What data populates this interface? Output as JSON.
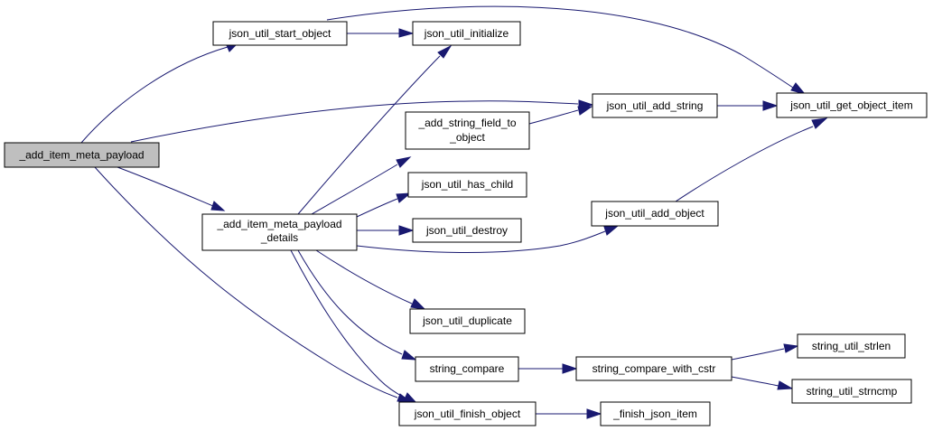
{
  "graph": {
    "colors": {
      "edge": "#191970",
      "root_fill": "#bfbfbf",
      "node_fill": "#ffffff",
      "node_border": "#000000"
    },
    "nodes": {
      "add_item_meta_payload": [
        "_add_item_meta_payload"
      ],
      "json_util_start_object": [
        "json_util_start_object"
      ],
      "json_util_initialize": [
        "json_util_initialize"
      ],
      "add_item_meta_payload_details": [
        "_add_item_meta_payload",
        "_details"
      ],
      "add_string_field_to_object": [
        "_add_string_field_to",
        "_object"
      ],
      "json_util_has_child": [
        "json_util_has_child"
      ],
      "json_util_destroy": [
        "json_util_destroy"
      ],
      "json_util_duplicate": [
        "json_util_duplicate"
      ],
      "string_compare": [
        "string_compare"
      ],
      "json_util_finish_object": [
        "json_util_finish_object"
      ],
      "json_util_add_string": [
        "json_util_add_string"
      ],
      "json_util_add_object": [
        "json_util_add_object"
      ],
      "json_util_get_object_item": [
        "json_util_get_object_item"
      ],
      "string_compare_with_cstr": [
        "string_compare_with_cstr"
      ],
      "string_util_strlen": [
        "string_util_strlen"
      ],
      "string_util_strncmp": [
        "string_util_strncmp"
      ],
      "finish_json_item": [
        "_finish_json_item"
      ]
    },
    "edges": [
      [
        "add_item_meta_payload",
        "json_util_start_object"
      ],
      [
        "add_item_meta_payload",
        "json_util_add_string"
      ],
      [
        "add_item_meta_payload",
        "add_item_meta_payload_details"
      ],
      [
        "add_item_meta_payload",
        "json_util_finish_object"
      ],
      [
        "json_util_start_object",
        "json_util_initialize"
      ],
      [
        "json_util_start_object",
        "json_util_get_object_item"
      ],
      [
        "add_item_meta_payload_details",
        "json_util_initialize"
      ],
      [
        "add_item_meta_payload_details",
        "add_string_field_to_object"
      ],
      [
        "add_item_meta_payload_details",
        "json_util_has_child"
      ],
      [
        "add_item_meta_payload_details",
        "json_util_destroy"
      ],
      [
        "add_item_meta_payload_details",
        "json_util_add_object"
      ],
      [
        "add_item_meta_payload_details",
        "json_util_duplicate"
      ],
      [
        "add_item_meta_payload_details",
        "string_compare"
      ],
      [
        "add_item_meta_payload_details",
        "json_util_finish_object"
      ],
      [
        "add_string_field_to_object",
        "json_util_add_string"
      ],
      [
        "json_util_add_string",
        "json_util_get_object_item"
      ],
      [
        "json_util_add_object",
        "json_util_get_object_item"
      ],
      [
        "string_compare",
        "string_compare_with_cstr"
      ],
      [
        "string_compare_with_cstr",
        "string_util_strlen"
      ],
      [
        "string_compare_with_cstr",
        "string_util_strncmp"
      ],
      [
        "json_util_finish_object",
        "finish_json_item"
      ]
    ]
  }
}
